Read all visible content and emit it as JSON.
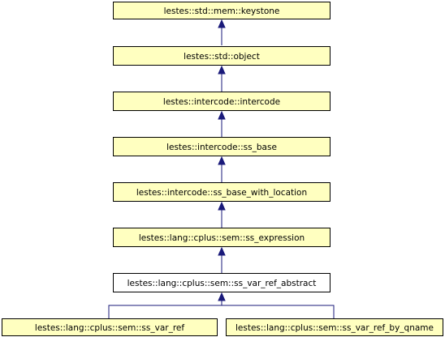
{
  "diagram": {
    "type": "inheritance-graph",
    "nodes": {
      "keystone": "lestes::std::mem::keystone",
      "object": "lestes::std::object",
      "intercode": "lestes::intercode::intercode",
      "ss_base": "lestes::intercode::ss_base",
      "ss_base_with_location": "lestes::intercode::ss_base_with_location",
      "ss_expression": "lestes::lang::cplus::sem::ss_expression",
      "ss_var_ref_abstract": "lestes::lang::cplus::sem::ss_var_ref_abstract",
      "ss_var_ref": "lestes::lang::cplus::sem::ss_var_ref",
      "ss_var_ref_by_qname": "lestes::lang::cplus::sem::ss_var_ref_by_qname"
    },
    "highlighted_node": "ss_var_ref_abstract",
    "edges": [
      {
        "from": "object",
        "to": "keystone"
      },
      {
        "from": "intercode",
        "to": "object"
      },
      {
        "from": "ss_base",
        "to": "intercode"
      },
      {
        "from": "ss_base_with_location",
        "to": "ss_base"
      },
      {
        "from": "ss_expression",
        "to": "ss_base_with_location"
      },
      {
        "from": "ss_var_ref_abstract",
        "to": "ss_expression"
      },
      {
        "from": "ss_var_ref",
        "to": "ss_var_ref_abstract"
      },
      {
        "from": "ss_var_ref_by_qname",
        "to": "ss_var_ref_abstract"
      }
    ],
    "colors": {
      "node_fill": "#ffffc0",
      "highlight_fill": "#ffffff",
      "border": "#000000",
      "edge": "#1a1a7a"
    }
  }
}
